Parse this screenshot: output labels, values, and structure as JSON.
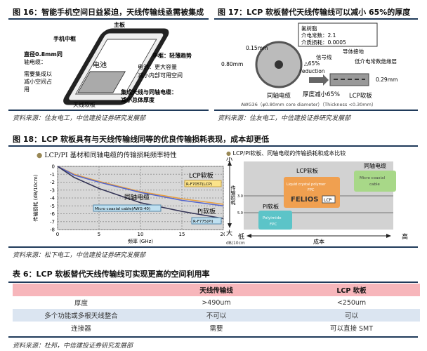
{
  "fig16": {
    "title": "图 16：智能手机空间日益紧迫，天线传输线亟需被集成",
    "source": "资料来源：住友电工，中信建投证券研究发展部",
    "labels": {
      "main_board": "主板",
      "frame": "手机中框",
      "coax1": "直径0.8mm同",
      "coax2": "轴电缆：",
      "coax3": "需要集成以",
      "coax4": "减小空间占",
      "coax5": "用",
      "mid": "中框：轻薄趋势",
      "battery": "电池",
      "bat1": "电池：更大容量",
      "bat2": "减小内部可用空间",
      "int1": "集成天线与同轴电缆：",
      "int2": "减小总体厚度",
      "antenna": "天线软板"
    }
  },
  "fig17": {
    "title": "图 17：LCP 软板替代天线传输线可以减小 65%的厚度",
    "source": "资料来源：住友电工，中信建投证券研究发展部",
    "labels": {
      "box1": "氟树脂",
      "box2": "介电常数：2.1",
      "box3": "介质损耗：0.0005",
      "d015": "0.15mm",
      "d080": "0.80mm",
      "signal": "信号线",
      "ground": "导体接地",
      "insul": "低介电常数绝缘层",
      "delta": "△65%",
      "reduction": "reduction",
      "d029": "0.29mm",
      "coax": "同轴电缆",
      "thin": "厚度减小65%",
      "lcp": "LCP软板",
      "note": "AWG36（φ0.80mm core diameter）（Thickness <0.30mm）"
    }
  },
  "fig18": {
    "title": "图 18：LCP 软板具有与天线传输线同等的优良传输损耗表现，成本却更低",
    "source": "资料来源：松下电工，中信建投证券研究发展部",
    "left": {
      "subtitle": "LCP/PI 基材和同轴电缆的传输损耗频率特性",
      "lcp_label": "LCP软板",
      "lcp_tag": "R-F705T(LCP)",
      "coax_label": "同轴电缆",
      "coax_tag": "Micro coaxial cable(AWG-40)",
      "pi_label": "PI软板",
      "pi_tag": "R-F775(PI)"
    },
    "right": {
      "subtitle": "LCP/PI软板、同轴电缆的传输损耗和成本比较",
      "y_top": "小",
      "y_bottom": "大",
      "y_label": "传输损耗",
      "y_unit": "dB/10cm",
      "t30": "3.0",
      "t50": "5.0",
      "x_low": "低",
      "x_high": "高",
      "x_label": "成本",
      "lcp_title": "LCP软板",
      "lcp_l1": "Liquid crystal polymer",
      "lcp_l2": "FPC",
      "felios": "FELIOS",
      "lcp_badge": "LCP",
      "coax_title": "同轴电缆",
      "coax_l1": "Micro coaxial",
      "coax_l2": "cable",
      "pi_title": "PI软板",
      "pi_l1": "Polyimide",
      "pi_l2": "FPC"
    }
  },
  "chart_data": {
    "type": "line",
    "xlabel": "频率 (GHz)",
    "ylabel": "传输损耗 (dB/10cm)",
    "xlim": [
      0,
      20
    ],
    "ylim": [
      -8,
      0
    ],
    "xticks": [
      0,
      5,
      10,
      15,
      20
    ],
    "yticks": [
      0,
      -1,
      -2,
      -3,
      -4,
      -5,
      -6,
      -7,
      -8
    ],
    "grid": true,
    "series": [
      {
        "name": "R-F705T(LCP)",
        "color": "#e8a040",
        "x": [
          0,
          2,
          5,
          10,
          15,
          20
        ],
        "y": [
          0,
          -1.0,
          -1.9,
          -3.2,
          -4.1,
          -4.8
        ]
      },
      {
        "name": "Micro coaxial cable(AWG-40)",
        "color": "#5566cc",
        "x": [
          0,
          2,
          5,
          10,
          15,
          20
        ],
        "y": [
          0,
          -1.1,
          -2.0,
          -3.3,
          -4.3,
          -5.0
        ]
      },
      {
        "name": "R-F775(PI)",
        "color": "#333355",
        "x": [
          0,
          2,
          5,
          10,
          15,
          20
        ],
        "y": [
          0,
          -1.4,
          -2.8,
          -4.6,
          -5.7,
          -6.6
        ]
      }
    ]
  },
  "table6": {
    "title": "表 6：LCP 软板替代天线传输线可实现更高的空间利用率",
    "source": "资料来源：杜邦，中信建投证券研究发展部",
    "headers": [
      "",
      "天线传输线",
      "LCP 软板"
    ],
    "rows": [
      [
        "厚度",
        ">490um",
        "<250um"
      ],
      [
        "多个功能或多根天线整合",
        "不可以",
        "可以"
      ],
      [
        "连接器",
        "需要",
        "可以直接 SMT"
      ]
    ]
  },
  "colors": {
    "rule": "#1f3a5a",
    "header_bg": "#f7b6bb",
    "stripe": "#dbe5f1"
  }
}
